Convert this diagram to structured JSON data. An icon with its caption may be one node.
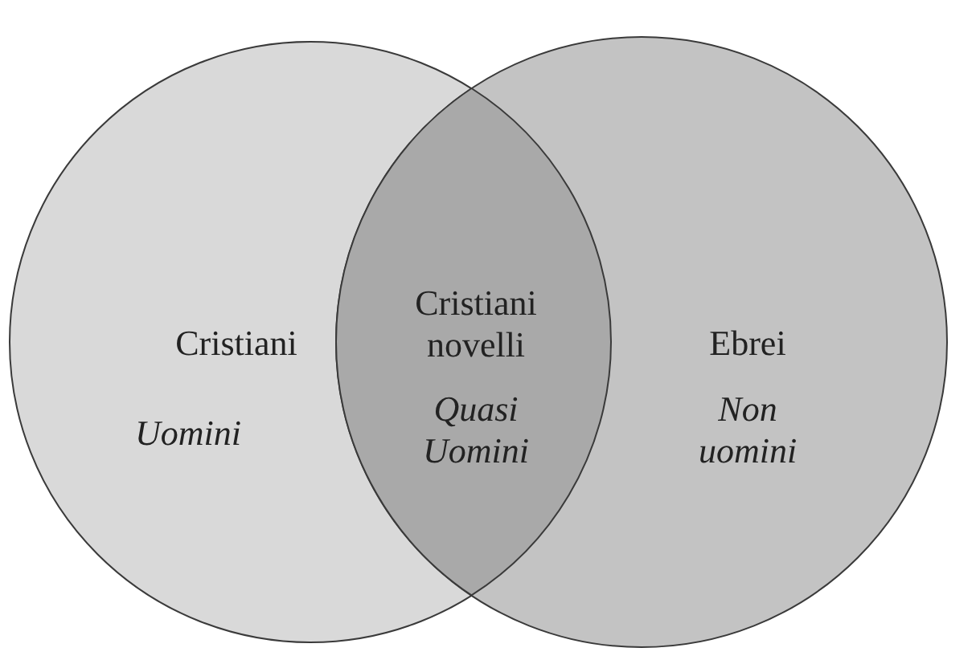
{
  "diagram": {
    "nodes": [
      {
        "text": [
          "Cristiani",
          "Uomini"
        ]
      },
      {
        "text": [
          "Cristiani novelli",
          "Quasi Uomini"
        ]
      },
      {
        "text": [
          "Ebrei",
          "Non uomini"
        ]
      }
    ],
    "edges": []
  }
}
